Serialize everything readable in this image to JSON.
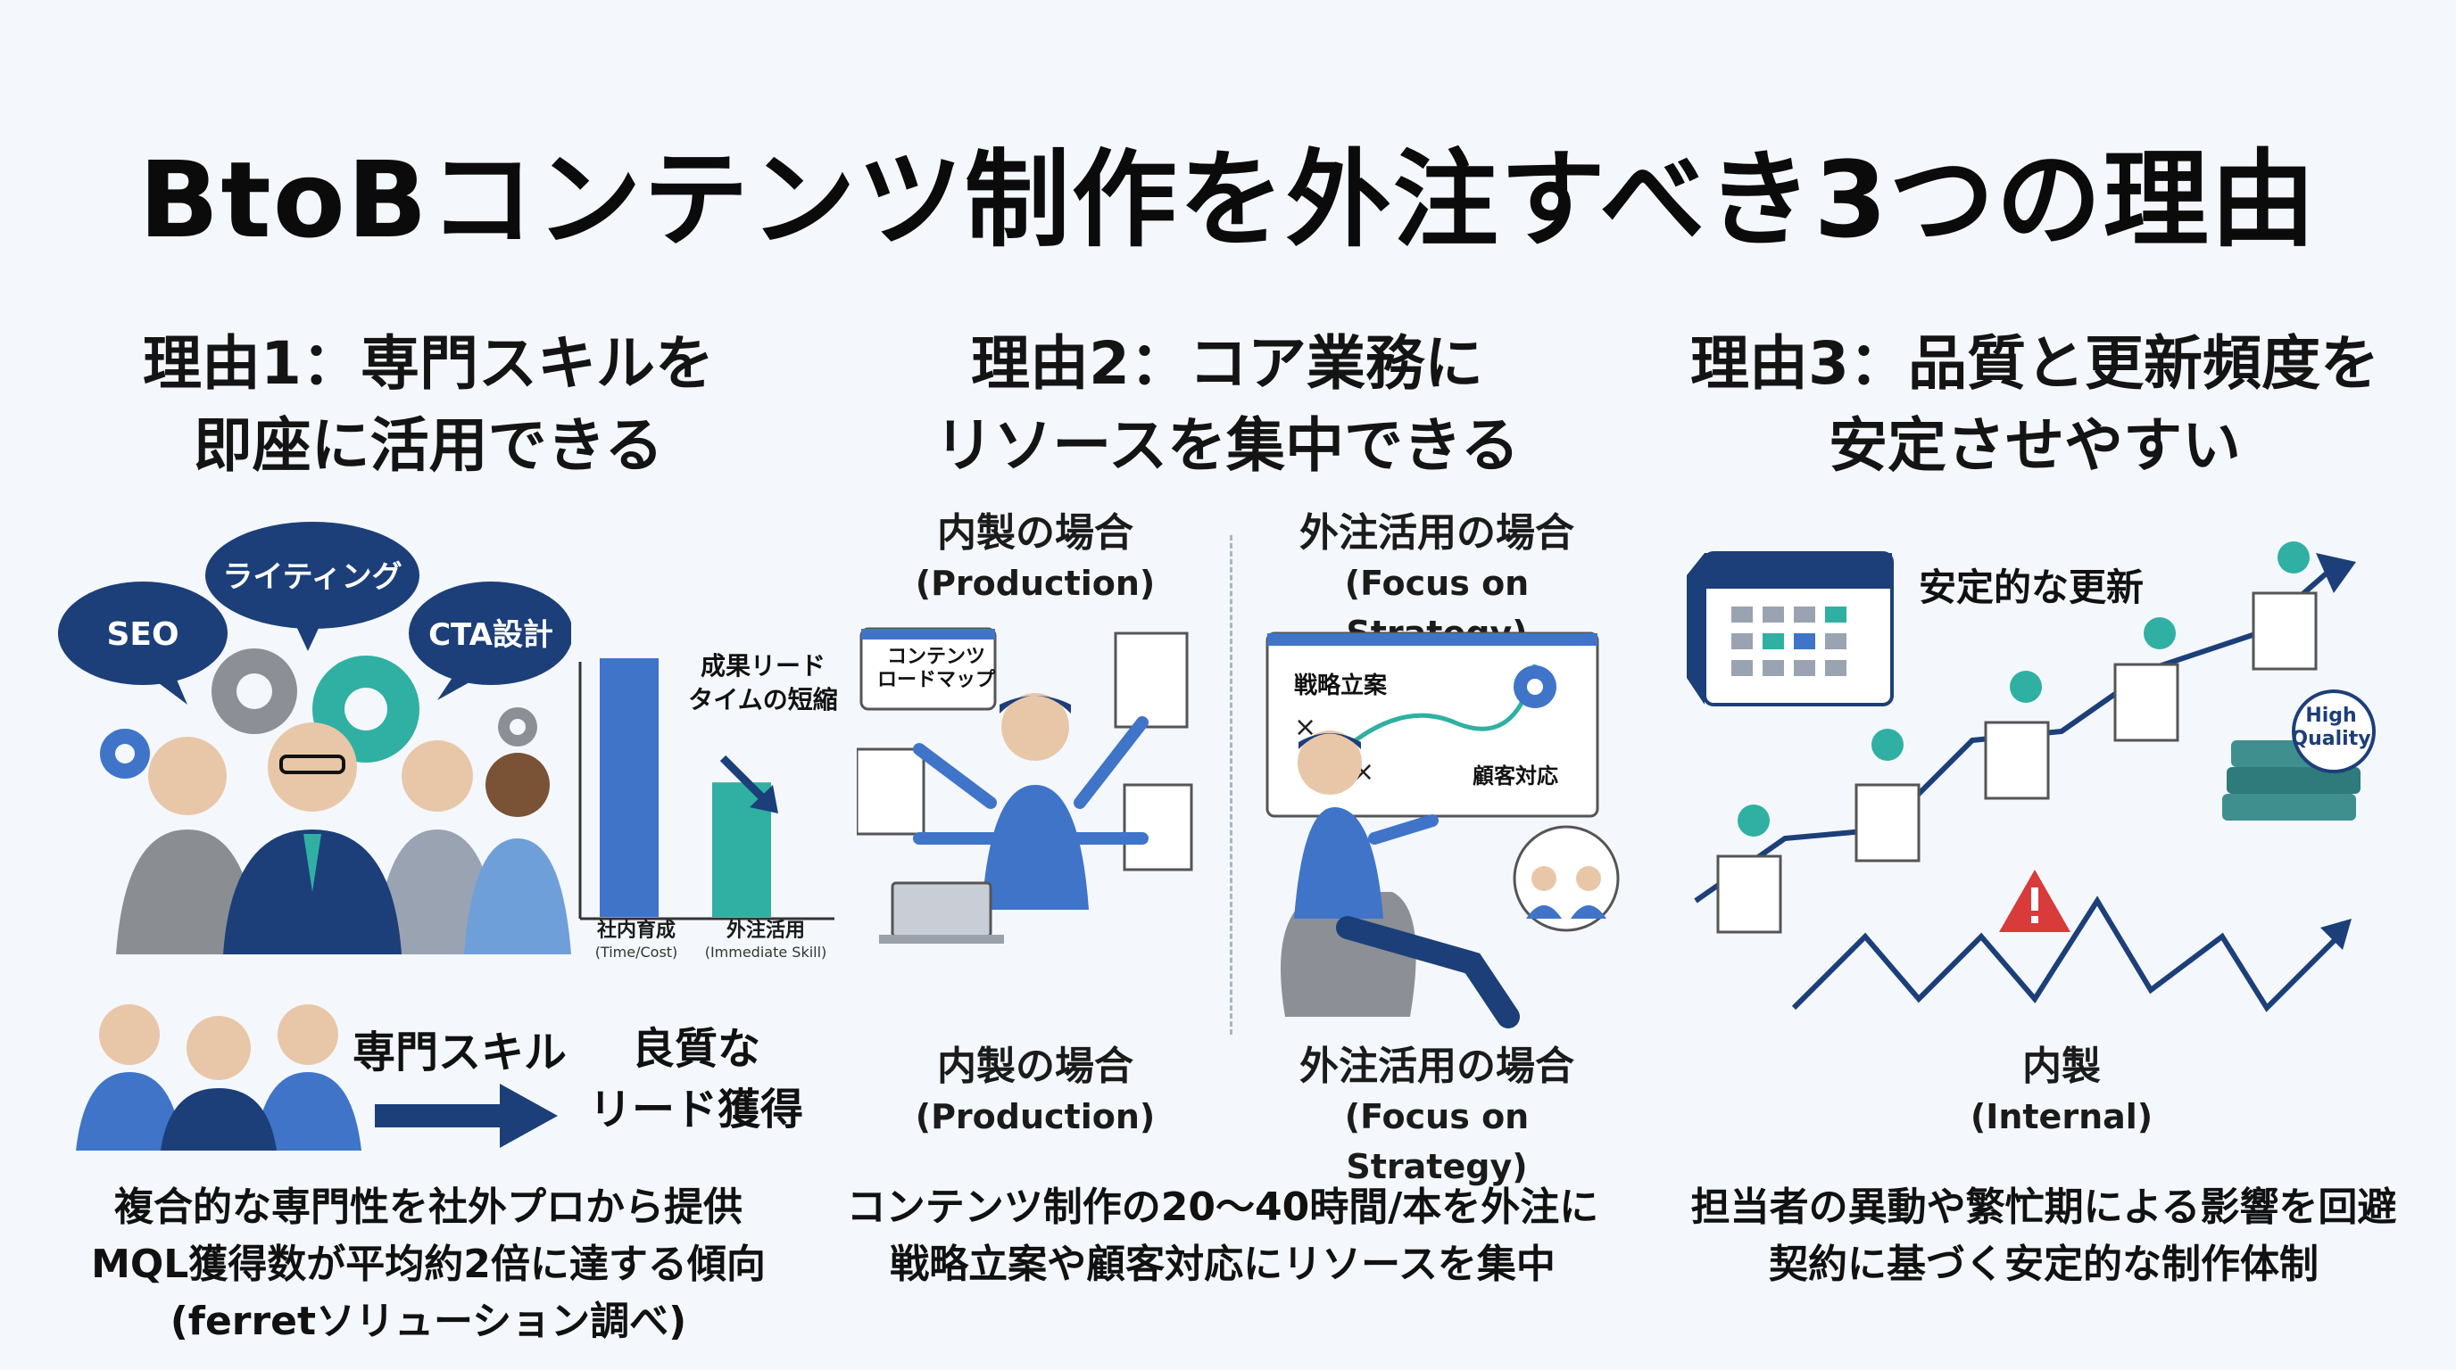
{
  "title": "BtoBコンテンツ制作を外注すべき3つの理由",
  "reason1": {
    "heading_line1": "理由1：専門スキルを",
    "heading_line2": "即座に活用できる",
    "bubbles": [
      "SEO",
      "ライティング",
      "CTA設計"
    ],
    "chart_title_line1": "成果リード",
    "chart_title_line2": "タイムの短縮",
    "skill_label": "専門スキル",
    "result_line1": "良質な",
    "result_line2": "リード獲得",
    "caption": [
      "複合的な専門性を社外プロから提供",
      "MQL獲得数が平均約2倍に達する傾向",
      "(ferretソリューション調べ)"
    ],
    "chart_data": {
      "type": "bar",
      "categories": [
        "社内育成",
        "外注活用"
      ],
      "category_subs": [
        "(Time/Cost)",
        "(Immediate Skill)"
      ],
      "values": [
        1.0,
        0.52
      ],
      "colors": [
        "#3f74c9",
        "#2fb0a2"
      ]
    }
  },
  "reason2": {
    "heading_line1": "理由2：コア業務に",
    "heading_line2": "リソースを集中できる",
    "inhouse_top": "内製の場合",
    "inhouse_top_en": "(Production)",
    "outsource_top": "外注活用の場合",
    "outsource_top_en": "(Focus on Strategy)",
    "doc_label_line1": "コンテンツ",
    "doc_label_line2": "ロードマップ",
    "strategy_label": "戦略立案",
    "customer_label": "顧客対応",
    "inhouse_bottom": "内製の場合",
    "inhouse_bottom_en": "(Production)",
    "outsource_bottom": "外注活用の場合",
    "outsource_bottom_en": "(Focus on Strategy)",
    "caption": [
      "コンテンツ制作の20〜40時間/本を外注に",
      "戦略立案や顧客対応にリソースを集中"
    ]
  },
  "reason3": {
    "heading_line1": "理由3：品質と更新頻度を",
    "heading_line2": "安定させやすい",
    "stable_label": "安定的な更新",
    "badge_line1": "High",
    "badge_line2": "Quality",
    "inhouse_label": "内製",
    "inhouse_en": "(Internal)",
    "caption": [
      "担当者の異動や繁忙期による影響を回避",
      "契約に基づく安定的な制作体制"
    ]
  },
  "colors": {
    "navy": "#1c3f7a",
    "blue": "#3f74c9",
    "teal": "#2fb0a2",
    "red": "#d93a3a"
  }
}
